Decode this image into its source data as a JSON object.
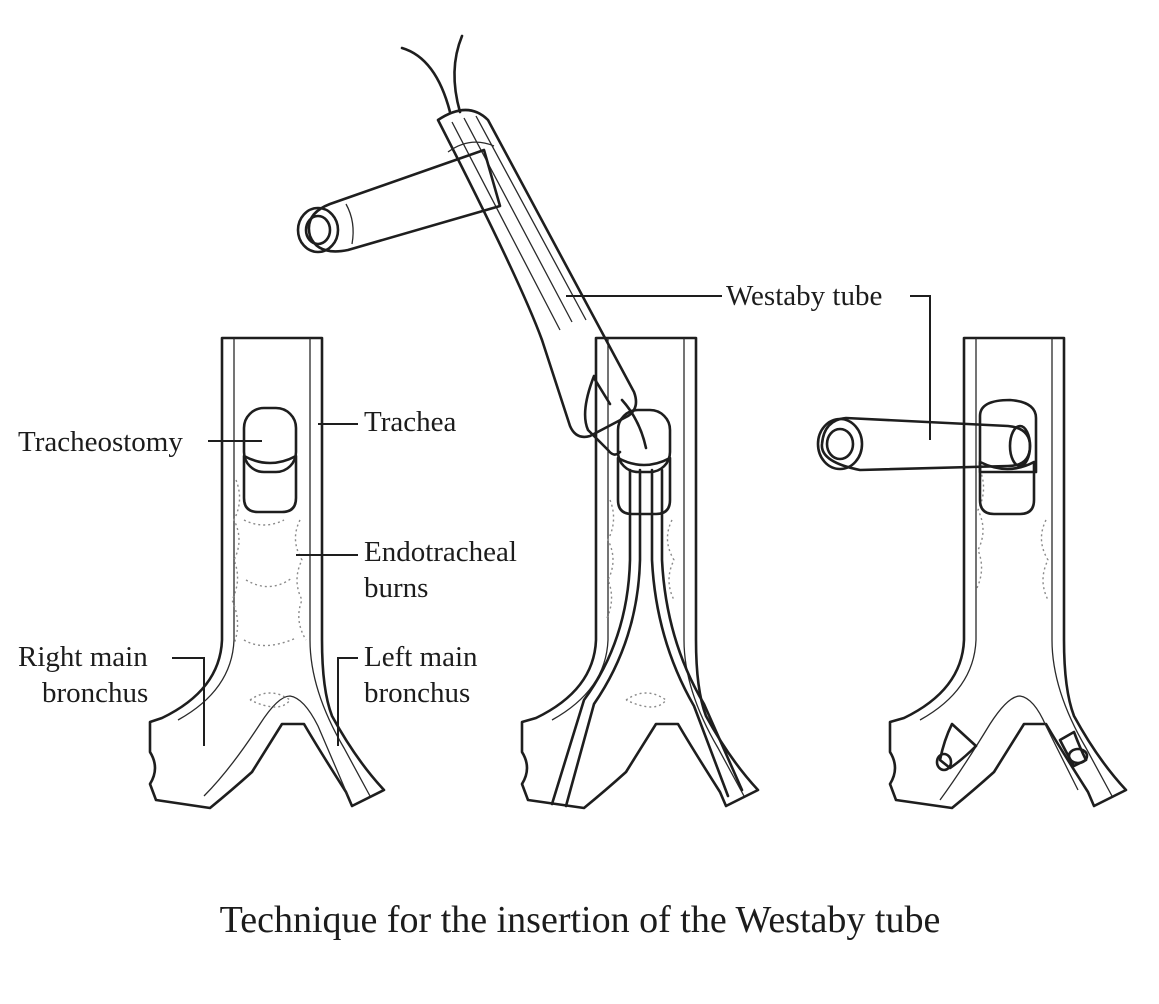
{
  "labels": {
    "tracheostomy": "Tracheostomy",
    "trachea": "Trachea",
    "endotracheal_line1": "Endotracheal",
    "endotracheal_line2": "burns",
    "right_main_line1": "Right main",
    "right_main_line2": "bronchus",
    "left_main_line1": "Left main",
    "left_main_line2": "bronchus",
    "westaby_tube": "Westaby tube"
  },
  "caption": "Technique for the insertion of the Westaby tube",
  "colors": {
    "outline": "#1e1e1e",
    "wall_shade": "#9e9e9e",
    "lumen": "#ececec",
    "burn": "#8a8a8a"
  }
}
